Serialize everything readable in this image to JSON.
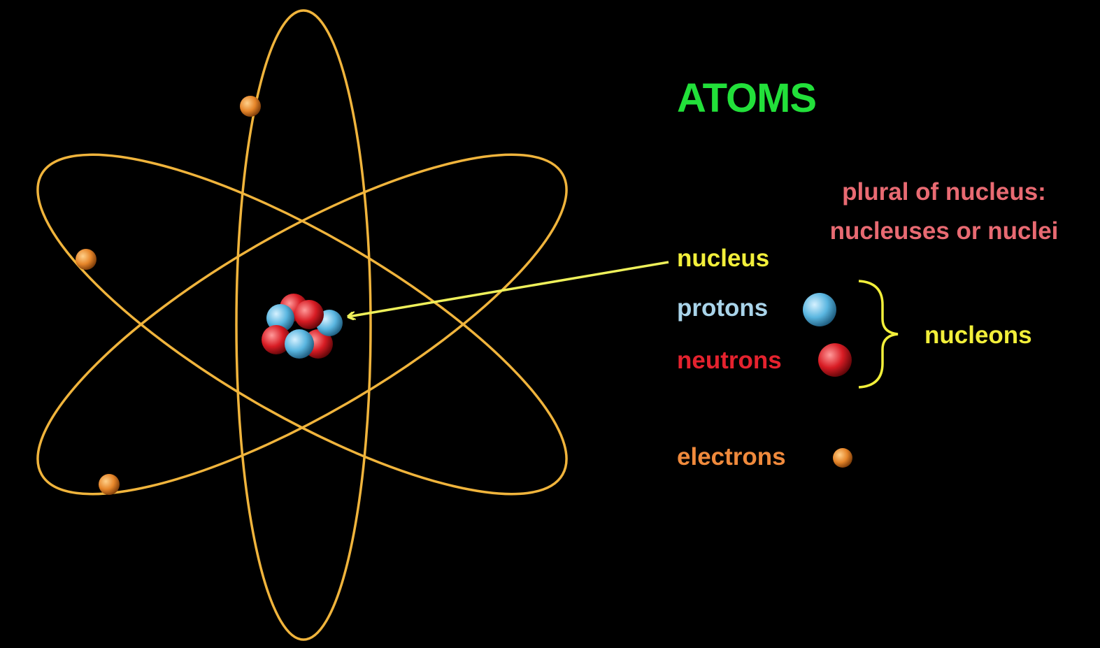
{
  "title": "ATOMS",
  "note": "plural of nucleus: nucleuses or nuclei",
  "labels": {
    "nucleus": "nucleus",
    "protons": "protons",
    "neutrons": "neutrons",
    "nucleons": "nucleons",
    "electrons": "electrons"
  },
  "colors": {
    "background": "#000000",
    "title": "#22e03a",
    "note": "#e86a72",
    "nucleus": "#f2ef3a",
    "protons": "#a9d4ea",
    "neutrons": "#e5222e",
    "nucleons": "#f2ef3a",
    "electrons": "#f08a3c",
    "orbit": "#f0b43c",
    "arrow": "#eef05a",
    "proton_ball": "#5ab6e0",
    "neutron_ball": "#d81c24",
    "electron_ball": "#e6862a"
  }
}
